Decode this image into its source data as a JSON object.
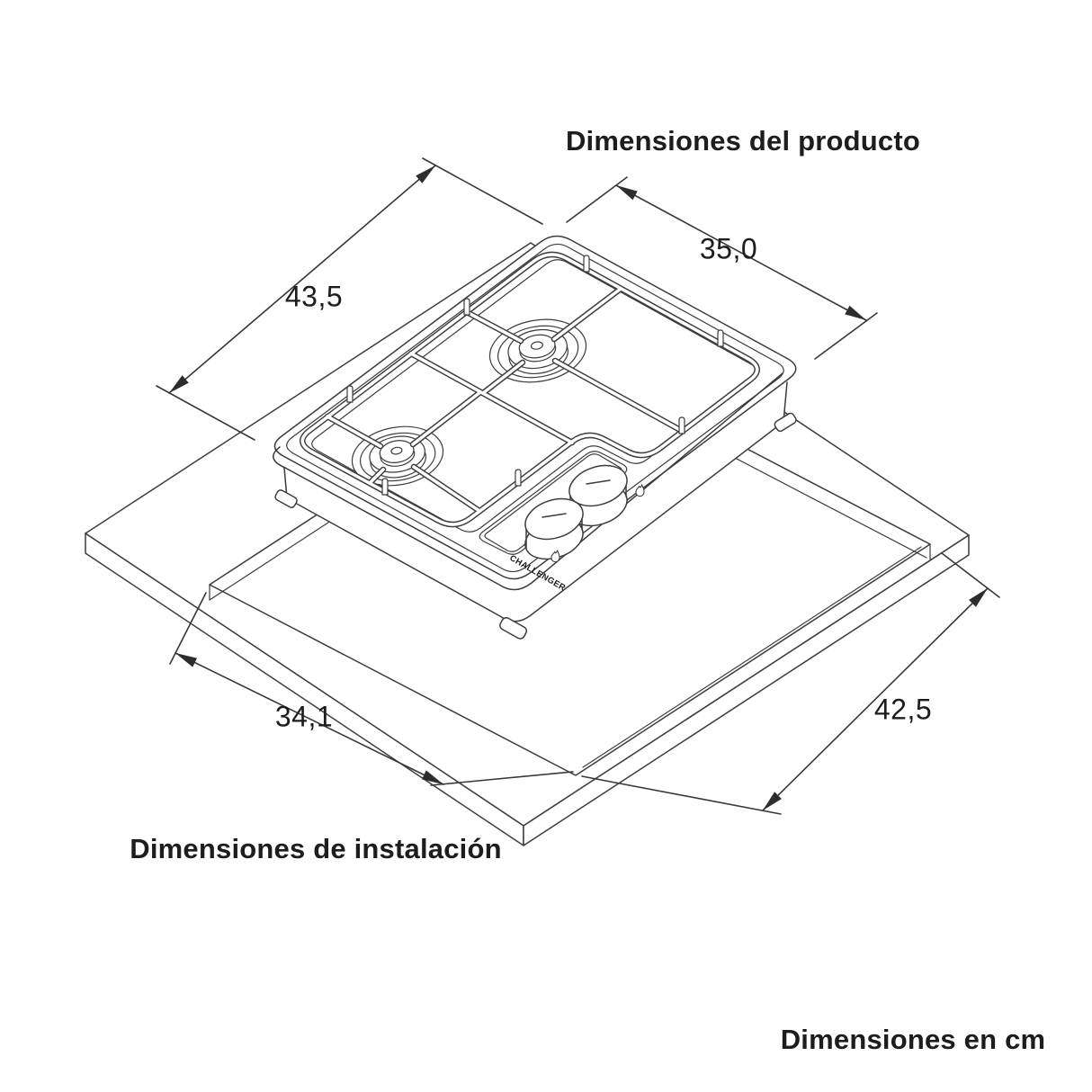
{
  "header": {
    "title": "Dimensiones del producto"
  },
  "dimensions": {
    "product": {
      "depth_cm": "43,5",
      "width_cm": "35,0"
    },
    "installation": {
      "cutout_width_cm": "34,1",
      "cutout_depth_cm": "42,5"
    }
  },
  "footer": {
    "installation_title": "Dimensiones de instalación",
    "units_note": "Dimensiones en cm"
  },
  "product": {
    "brand": "CHALLENGER",
    "burners": 2,
    "knobs": 2
  },
  "colors": {
    "background": "#ffffff",
    "line": "#3c3c3c",
    "text": "#1d1d1d"
  }
}
